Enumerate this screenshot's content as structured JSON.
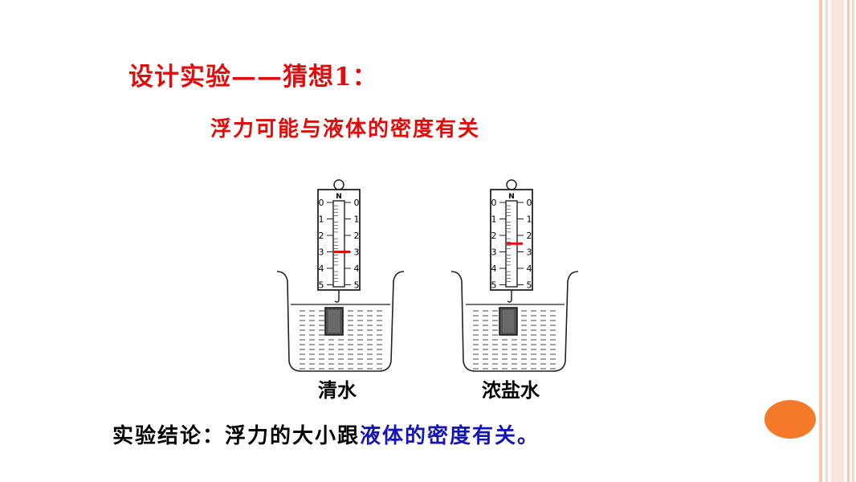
{
  "slide": {
    "title": "设计实验——猜想1：",
    "subtitle": "浮力可能与液体的密度有关",
    "label_left": "清水",
    "label_right": "浓盐水",
    "conclusion_prefix": "实验结论：浮力的大小跟",
    "conclusion_highlight": "液体的密度有关。"
  },
  "scale": {
    "unit": "N",
    "ticks": [
      "0",
      "1",
      "2",
      "3",
      "4",
      "5"
    ]
  },
  "readings": {
    "left": 3.0,
    "right": 2.5
  },
  "colors": {
    "title": "#e00d0d",
    "highlight": "#1414b4",
    "accent_dot": "#f47a2a",
    "stripe": "#f6c9ae"
  }
}
